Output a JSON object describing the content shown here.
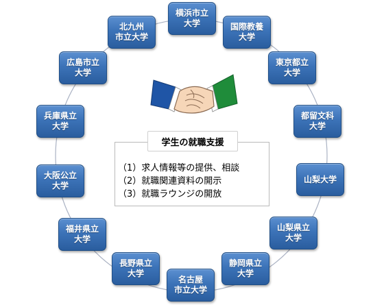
{
  "universities": [
    "横浜市立\n大学",
    "国際教養\n大学",
    "東京都立\n大学",
    "都留文科\n大学",
    "山梨大学",
    "山梨県立\n大学",
    "静岡県立\n大学",
    "名古屋\n市立大学",
    "長野県立\n大学",
    "福井県立\n大学",
    "大阪公立\n大学",
    "兵庫県立\n大学",
    "広島市立\n大学",
    "北九州\n市立大学"
  ],
  "center": {
    "title": "学生の就職支援",
    "services": [
      "（1）求人情報等の提供、相談",
      "（2）就職関連資料の開示",
      "（3）就職ラウンジの開放"
    ]
  },
  "colors": {
    "box_blue": "#3c73b8",
    "ring": "#aab2c3",
    "sleeve_left": "#1f55a6",
    "sleeve_right": "#1f8c3a",
    "skin": "#f6d6b8"
  },
  "icons": {
    "handshake": "handshake-icon"
  }
}
